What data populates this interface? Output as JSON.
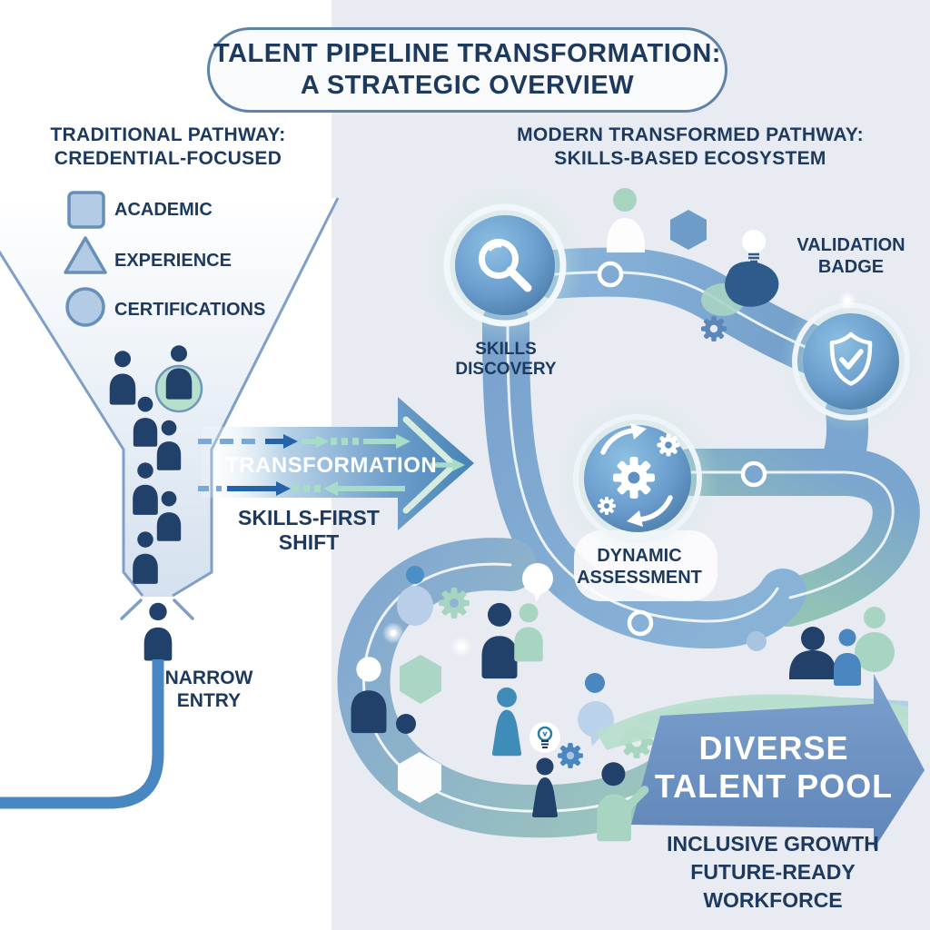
{
  "title": {
    "line1": "TALENT PIPELINE TRANSFORMATION:",
    "line2": "A STRATEGIC OVERVIEW"
  },
  "left_pathway": {
    "heading": {
      "line1": "TRADITIONAL PATHWAY:",
      "line2": "CREDENTIAL-FOCUSED"
    },
    "legend": [
      {
        "shape": "square",
        "label": "ACADEMIC"
      },
      {
        "shape": "triangle",
        "label": "EXPERIENCE"
      },
      {
        "shape": "circle",
        "label": "CERTIFICATIONS"
      }
    ],
    "exit_label": {
      "line1": "NARROW",
      "line2": "ENTRY"
    }
  },
  "transformation": {
    "arrow_label": "TRANSFORMATION",
    "sub_label": "SKILLS-FIRST SHIFT"
  },
  "right_pathway": {
    "heading": {
      "line1": "MODERN TRANSFORMED PATHWAY:",
      "line2": "SKILLS-BASED ECOSYSTEM"
    },
    "stages": [
      {
        "icon": "magnifier-icon",
        "label": {
          "line1": "SKILLS",
          "line2": "DISCOVERY"
        }
      },
      {
        "icon": "shield-check-icon",
        "label": {
          "line1": "VALIDATION",
          "line2": "BADGE"
        }
      },
      {
        "icon": "gears-cycle-icon",
        "label": {
          "line1": "DYNAMIC",
          "line2": "ASSESSMENT"
        }
      }
    ],
    "outcome": {
      "arrow_label": {
        "line1": "DIVERSE",
        "line2": "TALENT POOL"
      },
      "sub_labels": [
        "INCLUSIVE GROWTH",
        "FUTURE-READY WORKFORCE"
      ]
    }
  },
  "colors": {
    "navy_text": "#1d3a5e",
    "person_navy": "#21416b",
    "steel_blue": "#4a86c0",
    "arrow_blue": "#6b92c2",
    "mint": "#a8d4c2",
    "path_blue": "#7fa9d2",
    "path_green": "#93c4b6",
    "background_right": "#e8ebf2",
    "white": "#ffffff"
  }
}
